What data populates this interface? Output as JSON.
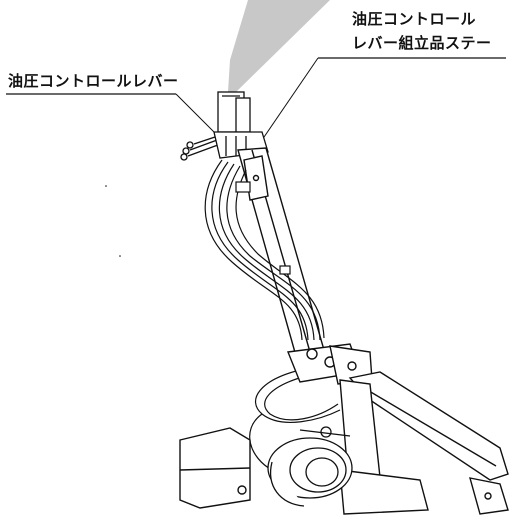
{
  "labels": {
    "hydraulic_control_lever": "油圧コントロールレバー",
    "lever_stay_line1": "油圧コントロール",
    "lever_stay_line2": "レバー組立品ステー"
  },
  "colors": {
    "highlight": "#c8c8c8",
    "ink": "#111111"
  }
}
